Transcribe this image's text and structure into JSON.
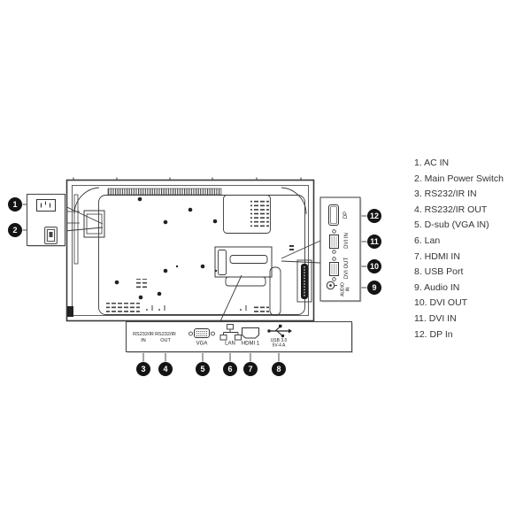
{
  "colors": {
    "line_art": "#3a3a3a",
    "ink": "#333333",
    "callout_bg": "#141414",
    "callout_text": "#ffffff",
    "background": "#ffffff"
  },
  "legend": {
    "items": [
      {
        "text": "1. AC IN"
      },
      {
        "text": "2. Main Power Switch"
      },
      {
        "text": "3. RS232/IR IN"
      },
      {
        "text": "4. RS232/IR OUT"
      },
      {
        "text": "5. D-sub (VGA IN)"
      },
      {
        "text": "6. Lan"
      },
      {
        "text": "7. HDMI IN"
      },
      {
        "text": "8. USB Port"
      },
      {
        "text": "9. Audio IN"
      },
      {
        "text": "10. DVI OUT"
      },
      {
        "text": "11. DVI IN"
      },
      {
        "text": "12. DP In"
      }
    ]
  },
  "callouts": [
    "1",
    "2",
    "3",
    "4",
    "5",
    "6",
    "7",
    "8",
    "9",
    "10",
    "11",
    "12"
  ],
  "bottom_panel": {
    "ports": [
      {
        "name": "rs232-ir-in",
        "line1": "RS232/IR",
        "line2": "IN"
      },
      {
        "name": "rs232-ir-out",
        "line1": "RS232/IR",
        "line2": "OUT"
      },
      {
        "name": "vga",
        "label": "VGA"
      },
      {
        "name": "lan",
        "label": "LAN"
      },
      {
        "name": "hdmi",
        "label": "HDMI 1"
      },
      {
        "name": "usb",
        "line1": "USB 3.0",
        "line2": "5V-4 A"
      }
    ]
  },
  "side_panel": {
    "ports": [
      {
        "name": "dp",
        "label": "DP"
      },
      {
        "name": "dvi-in",
        "label": "DVI IN"
      },
      {
        "name": "dvi-out",
        "label": "DVI OUT"
      },
      {
        "name": "audio-in",
        "line1": "AUDIO",
        "line2": "IN"
      }
    ]
  }
}
